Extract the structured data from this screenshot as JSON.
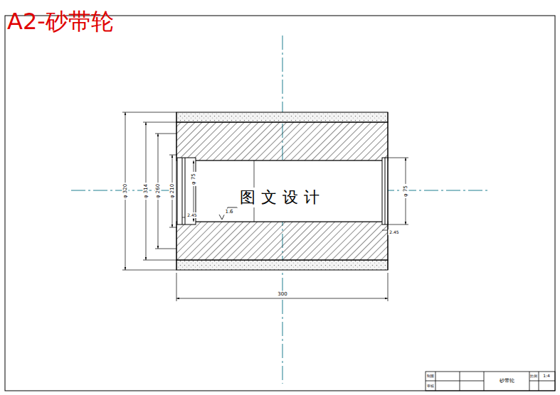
{
  "diagram": {
    "title": "A2-砂带轮",
    "labels": [
      "图文设计",
      "φ 320",
      "φ 314",
      "φ 260",
      "φ 210",
      "φ 75",
      "φ 75",
      "2.45",
      "2.45",
      "1.6",
      "300",
      "砂带轮",
      "比例",
      "1:4",
      "制图",
      "审核"
    ]
  }
}
